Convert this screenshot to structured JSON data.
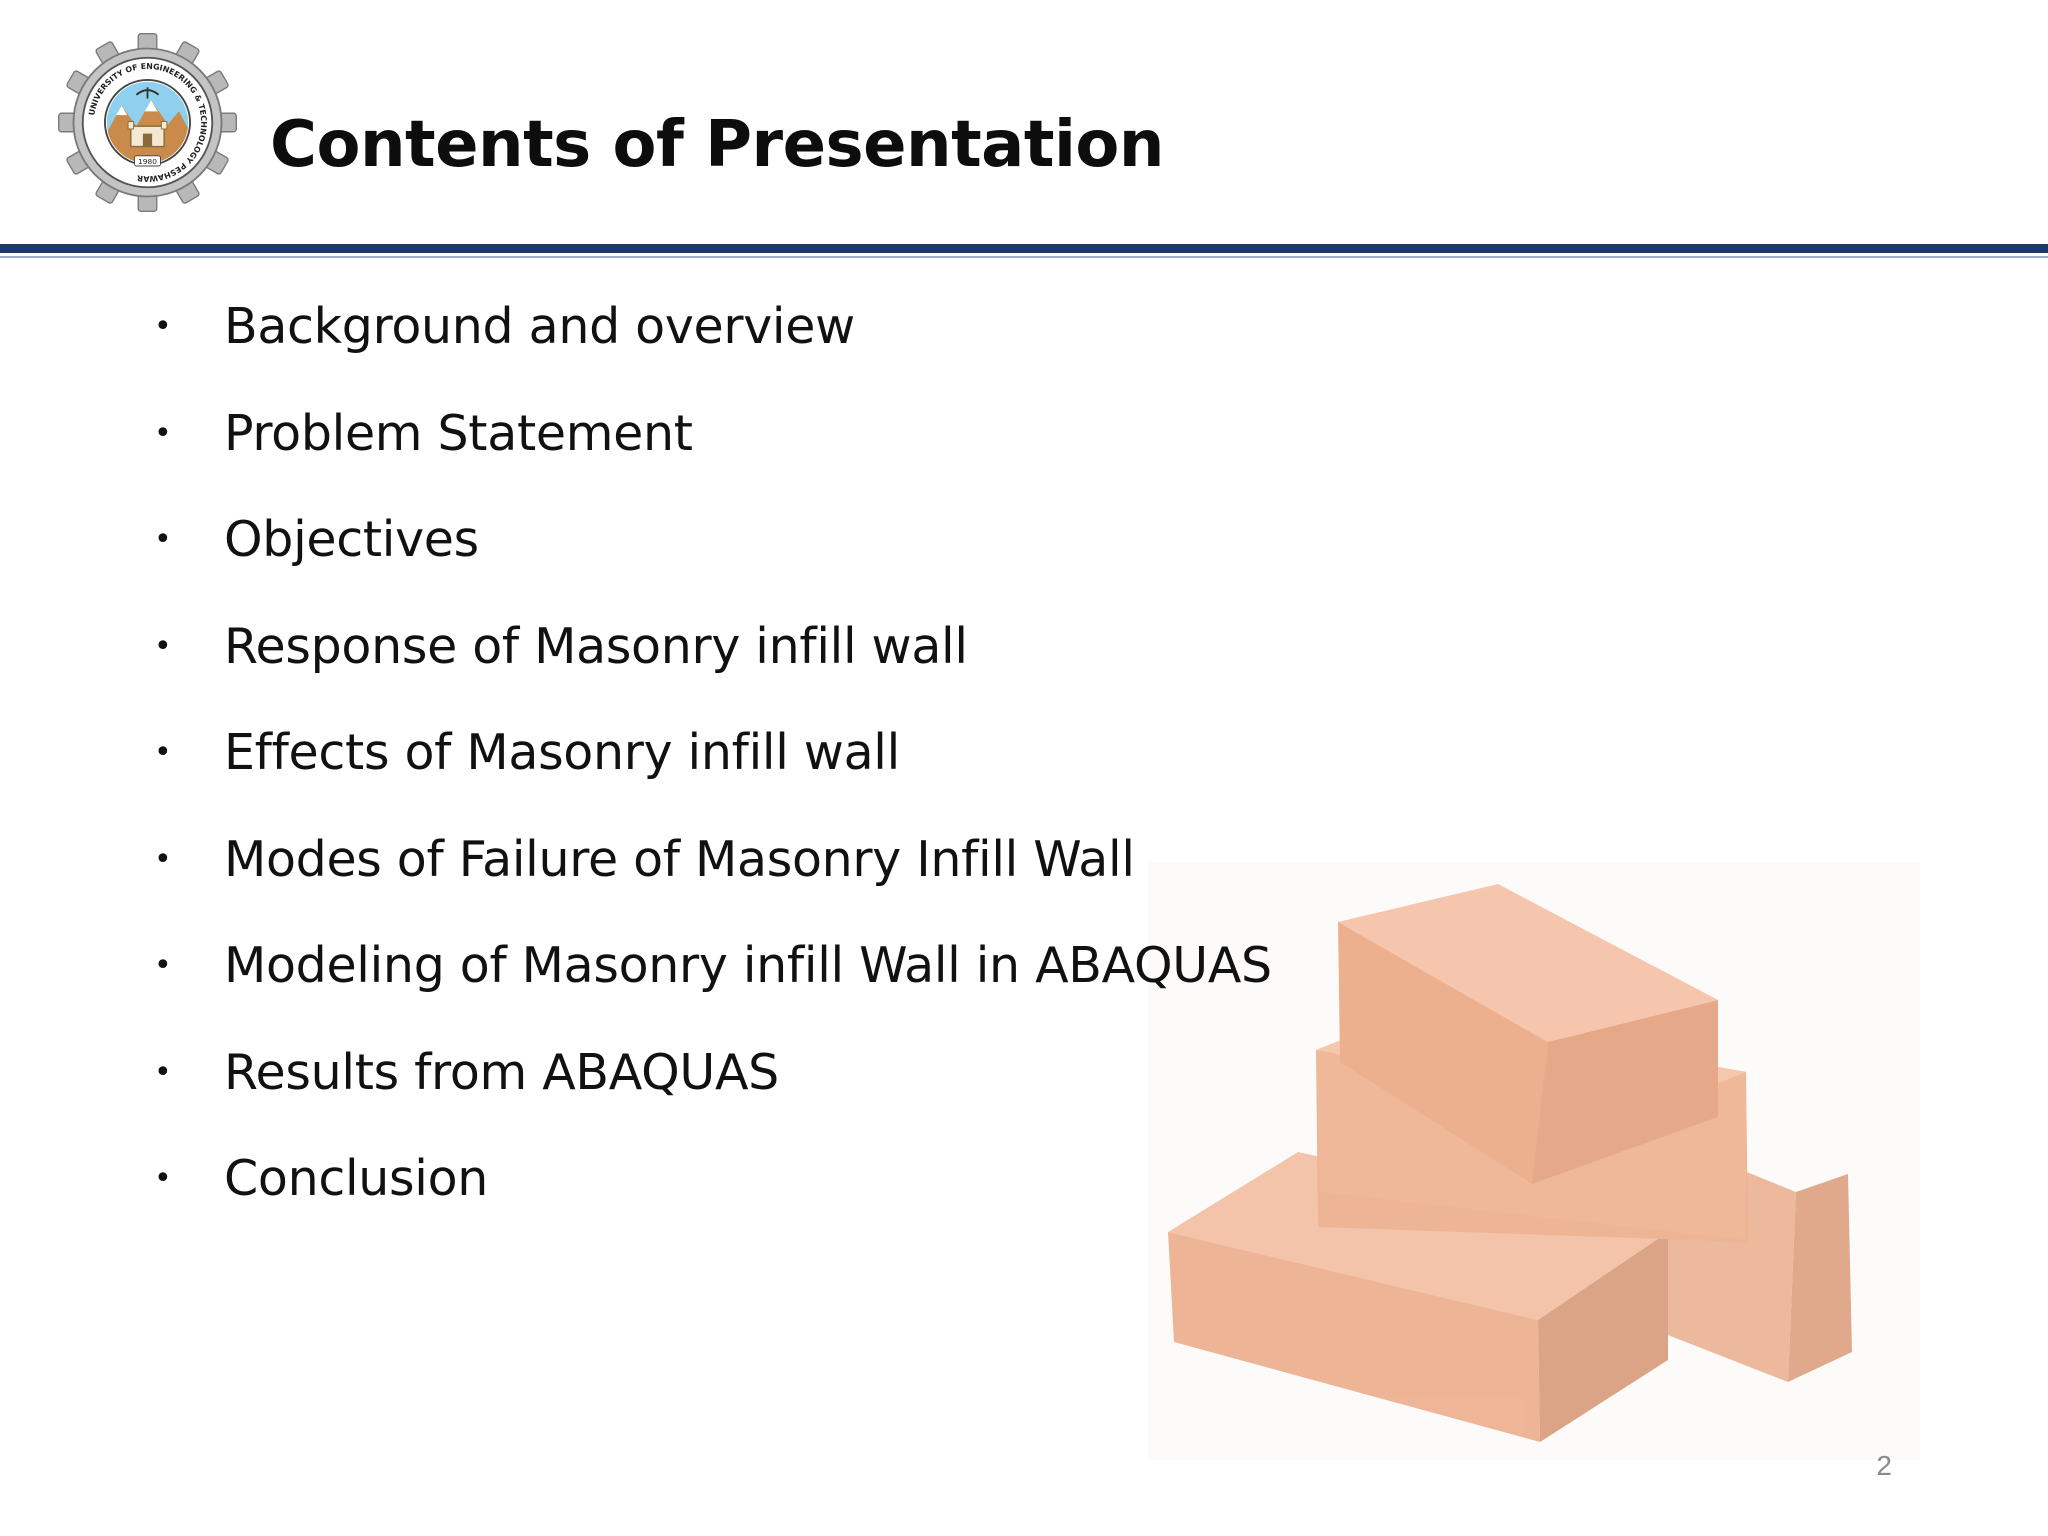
{
  "slide": {
    "title": "Contents of Presentation",
    "items": [
      {
        "label": "Background and overview"
      },
      {
        "label": "Problem Statement"
      },
      {
        "label": "Objectives"
      },
      {
        "label": "Response of Masonry infill wall"
      },
      {
        "label": "Effects of Masonry infill wall"
      },
      {
        "label": "Modes of Failure of Masonry Infill Wall"
      },
      {
        "label": "Modeling of Masonry infill Wall in ABAQUAS"
      },
      {
        "label": "Results from ABAQUAS"
      },
      {
        "label": "Conclusion"
      }
    ],
    "bullet_glyph": "•",
    "page_number": "2"
  },
  "logo": {
    "ring_text": "UNIVERSITY OF ENGINEERING & TECHNOLOGY PESHAWAR",
    "year": "1980",
    "icon": "university-seal-icon"
  },
  "decoration": {
    "icon": "bricks-image"
  },
  "colors": {
    "header_rule": "#1b3a6b",
    "header_rule_thin": "#9db0c9",
    "title": "#0d0d0d",
    "body_text": "#111111",
    "page_number": "#8a8a8a",
    "brick": "#e8996f"
  }
}
